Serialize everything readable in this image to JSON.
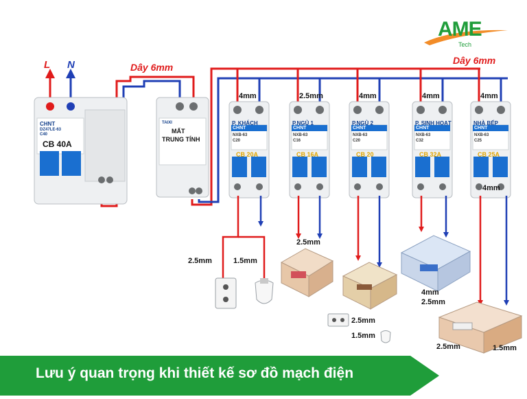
{
  "logo": {
    "main": "AME",
    "sub": "Tech"
  },
  "top_labels": {
    "line": "L",
    "neutral": "N",
    "wire_left": "Dây 6mm",
    "wire_right": "Dây 6mm"
  },
  "main_breaker": {
    "brand": "CHNT",
    "rating": "CB 40A",
    "model": "DZ47LE-63",
    "curve": "C40"
  },
  "relay": {
    "brand": "TAIXI",
    "label_line1": "MẤT",
    "label_line2": "TRUNG TÍNH"
  },
  "branches": [
    {
      "name": "P. KHÁCH",
      "rating": "CB 20A",
      "wire": "4mm",
      "brand": "CHNT",
      "model": "NXB-63",
      "curve": "C20"
    },
    {
      "name": "P.NGỦ 1",
      "rating": "CB 16A",
      "wire": "2.5mm",
      "brand": "CHNT",
      "model": "NXB-63",
      "curve": "C16"
    },
    {
      "name": "P.NGỦ 2",
      "rating": "CB 20",
      "wire": "4mm",
      "brand": "CHNT",
      "model": "NXB-63",
      "curve": "C20"
    },
    {
      "name": "P. SINH HOẠT",
      "rating": "CB 32A",
      "wire": "4mm",
      "brand": "CHNT",
      "model": "NXB-63",
      "curve": "C32"
    },
    {
      "name": "NHÀ BẾP",
      "rating": "CB 25A",
      "wire": "4mm",
      "brand": "CHNT",
      "model": "NXB-63",
      "curve": "C25"
    }
  ],
  "loads": {
    "outlet_wire_1": "2.5mm",
    "lamp_wire_1": "1.5mm",
    "bedroom1_wire": "2.5mm",
    "outlet_wire_2": "2.5mm",
    "lamp_wire_2": "1.5mm",
    "living_wire_a": "4mm",
    "living_wire_b": "2.5mm",
    "kitchen_wire_top": "4mm",
    "kitchen_wire_a": "2.5mm",
    "kitchen_wire_b": "1.5mm"
  },
  "banner": {
    "text": "Lưu ý quan trọng khi thiết kế sơ đồ mạch điện"
  },
  "colors": {
    "line": "#e01b1b",
    "neutral": "#1f3fb5",
    "banner": "#1f9d3a",
    "breaker_blue": "#1a6fd0",
    "logo": "#1f9d3a"
  }
}
